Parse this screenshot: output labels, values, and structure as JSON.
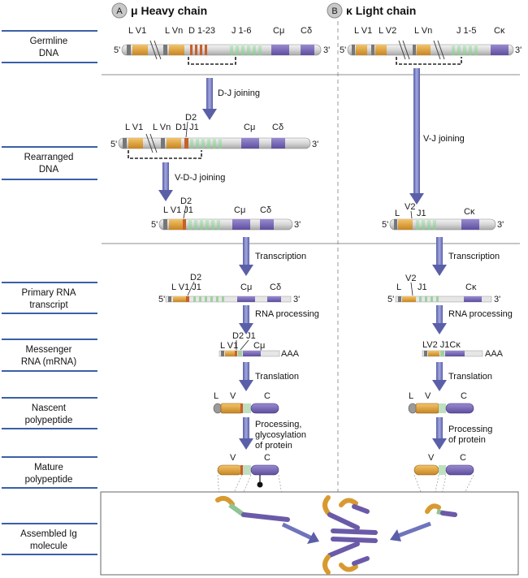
{
  "headers": {
    "a_badge": "A",
    "a_title": "μ Heavy chain",
    "b_badge": "B",
    "b_title": "κ Light chain"
  },
  "stages": [
    {
      "l1": "Germline",
      "l2": "DNA"
    },
    {
      "l1": "Rearranged",
      "l2": "DNA"
    },
    {
      "l1": "Primary RNA",
      "l2": "transcript"
    },
    {
      "l1": "Messenger",
      "l2": "RNA (mRNA)"
    },
    {
      "l1": "Nascent",
      "l2": "polypeptide"
    },
    {
      "l1": "Mature",
      "l2": "polypeptide"
    },
    {
      "l1": "Assembled Ig",
      "l2": "molecule"
    }
  ],
  "steps": {
    "dj": "D-J joining",
    "vdj": "V-D-J joining",
    "vj": "V-J joining",
    "transcription_h": "Transcription",
    "transcription_l": "Transcription",
    "rnaproc_h": "RNA processing",
    "rnaproc_l": "RNA processing",
    "translation_h": "Translation",
    "translation_l": "Translation",
    "proc_h1": "Processing,",
    "proc_h2": "glycosylation",
    "proc_h3": "of protein",
    "proc_l1": "Processing",
    "proc_l2": "of protein"
  },
  "heavy": {
    "germ": {
      "five": "5'",
      "three": "3'",
      "lv1": "L V1",
      "lvn": "L Vn",
      "d": "D 1-23",
      "j": "J 1-6",
      "cmu": "Cμ",
      "cdelta": "Cδ"
    },
    "rearr1": {
      "five": "5'",
      "three": "3'",
      "lv1": "L V1",
      "lvn": "L Vn",
      "d2": "D2",
      "d1j1": "D1 J1",
      "cmu": "Cμ",
      "cdelta": "Cδ"
    },
    "rearr2": {
      "five": "5'",
      "three": "3'",
      "d2": "D2",
      "lv1j1": "L V1  J1",
      "cmu": "Cμ",
      "cdelta": "Cδ"
    },
    "primary": {
      "five": "5'",
      "three": "3'",
      "d2": "D2",
      "lv1j1": "L V1  J1",
      "cmu": "Cμ",
      "cdelta": "Cδ"
    },
    "mrna": {
      "d2j1": "D2 J1",
      "lv1": "L V1",
      "cmu": "Cμ",
      "aaa": "AAA"
    },
    "nascent": {
      "l": "L",
      "v": "V",
      "c": "C"
    },
    "mature": {
      "v": "V",
      "c": "C"
    }
  },
  "light": {
    "germ": {
      "five": "5'",
      "three": "3'",
      "lv1": "L V1",
      "lv2": "L V2",
      "lvn": "L Vn",
      "j": "J 1-5",
      "ck": "Cκ"
    },
    "rearr": {
      "five": "5'",
      "three": "3'",
      "v2": "V2",
      "l": "L",
      "j1": "J1",
      "ck": "Cκ"
    },
    "primary": {
      "five": "5'",
      "three": "3'",
      "v2": "V2",
      "l": "L",
      "j1": "J1",
      "ck": "Cκ"
    },
    "mrna": {
      "lv2j1ck": "LV2 J1Cκ",
      "aaa": "AAA"
    },
    "nascent": {
      "l": "L",
      "v": "V",
      "c": "C"
    },
    "mature": {
      "v": "V",
      "c": "C"
    }
  },
  "colors": {
    "v_segment": "#e2a33a",
    "d_segment": "#c8602a",
    "j_segment": "#a8d6a0",
    "constant": "#7d6bb3",
    "leader": "#8a8a8a",
    "dna": "#d9d9d9",
    "arrow": "#6f74bb",
    "stage_rule": "#3b5fa8"
  }
}
